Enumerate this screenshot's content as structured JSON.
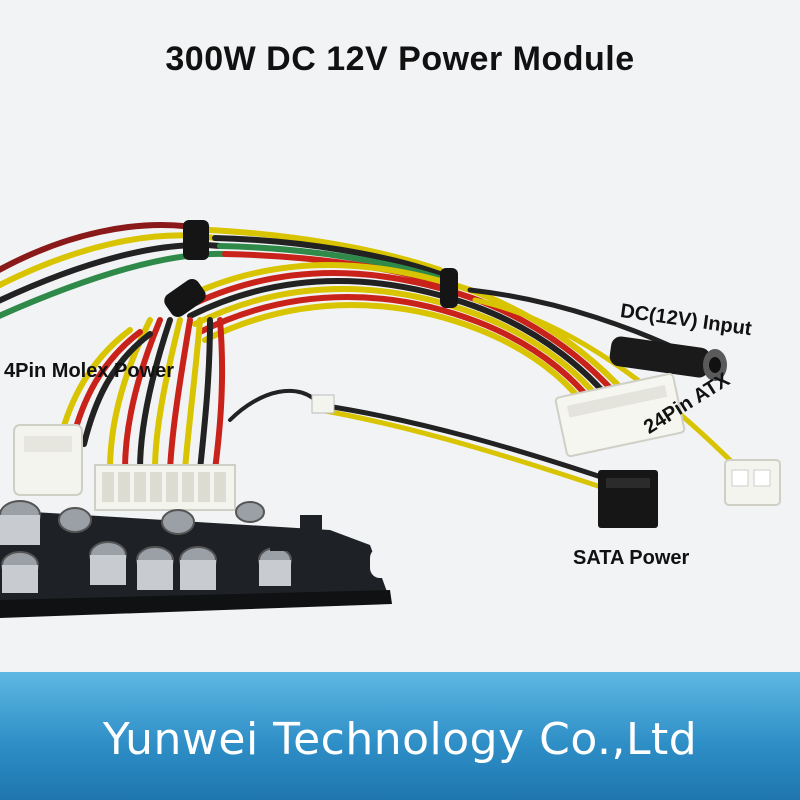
{
  "title": "300W DC 12V Power Module",
  "labels": {
    "molex": "4Pin Molex Power",
    "dc_input": "DC(12V) Input",
    "atx": "24Pin ATX",
    "sata": "SATA Power"
  },
  "company": "Yunwei Technology Co.,Ltd"
}
